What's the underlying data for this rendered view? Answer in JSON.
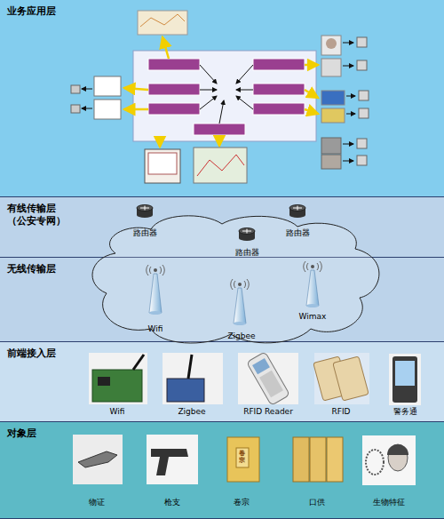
{
  "diagram": {
    "nodes": [
      {
        "text": [
          "业务应用层"
        ]
      },
      {
        "text": [
          "有线传输层 （公安专网）"
        ]
      },
      {
        "text": [
          "无线传输层"
        ]
      },
      {
        "text": [
          "前端接入层"
        ]
      },
      {
        "text": [
          "对象层"
        ]
      },
      {
        "text": [
          "路由器"
        ],
        "in": 1
      },
      {
        "text": [
          "路由器"
        ],
        "in": 1
      },
      {
        "text": [
          "路由器"
        ],
        "in": 1
      },
      {
        "text": [
          "Wifi"
        ],
        "in": 2
      },
      {
        "text": [
          "Zigbee"
        ],
        "in": 2
      },
      {
        "text": [
          "Wimax"
        ],
        "in": 2
      },
      {
        "text": [
          "Wifi"
        ],
        "in": 3
      },
      {
        "text": [
          "Zigbee"
        ],
        "in": 3
      },
      {
        "text": [
          "RFID Reader"
        ],
        "in": 3
      },
      {
        "text": [
          "RFID"
        ],
        "in": 3
      },
      {
        "text": [
          "警务通"
        ],
        "in": 3
      },
      {
        "text": [
          "物证"
        ],
        "in": 4
      },
      {
        "text": [
          "枪支"
        ],
        "in": 4
      },
      {
        "text": [
          "卷宗"
        ],
        "in": 4
      },
      {
        "text": [
          "口供"
        ],
        "in": 4
      },
      {
        "text": [
          "生物特征"
        ],
        "in": 4
      }
    ],
    "labels": [
      "卷宗"
    ]
  }
}
